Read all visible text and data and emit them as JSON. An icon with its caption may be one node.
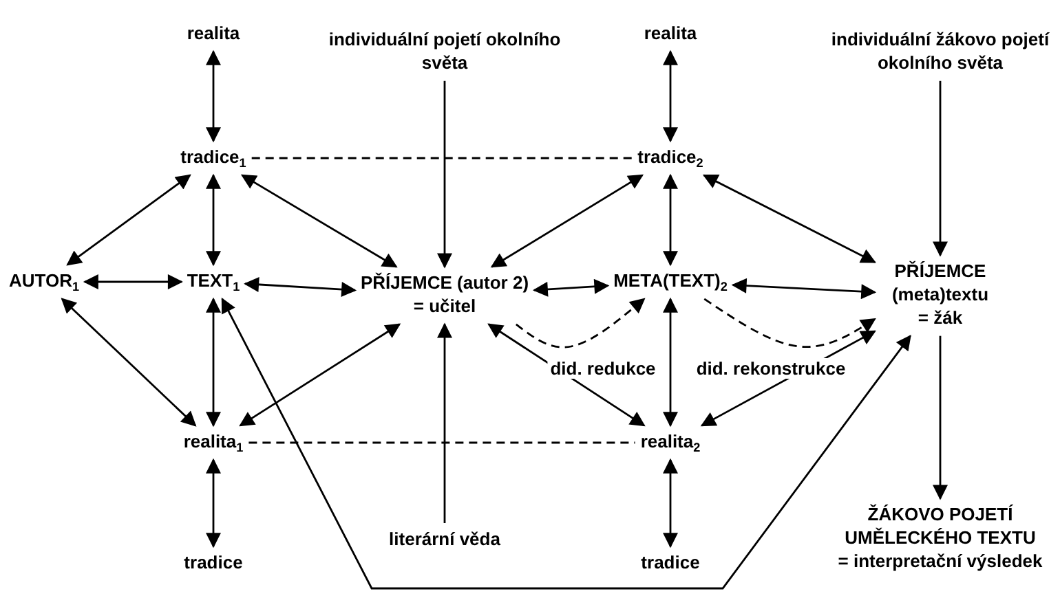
{
  "diagram": {
    "nodes": [
      {
        "text": [
          "realita"
        ]
      },
      {
        "text": [
          "individuální pojetí okolního světa"
        ]
      },
      {
        "text": [
          "realita"
        ]
      },
      {
        "text": [
          "individuální žákovo pojetí okolního světa"
        ]
      },
      {
        "text": [
          "tradice$_{1}$"
        ]
      },
      {
        "text": [
          "tradice$_{2}$"
        ]
      },
      {
        "text": [
          "AUTOR$_{1}$"
        ]
      },
      {
        "text": [
          "TEXT$_{1}$"
        ]
      },
      {
        "text": [
          "PŘÍJEMCE (autor 2)",
          "= učitel"
        ]
      },
      {
        "text": [
          "META(TEXT)$_{2}$"
        ]
      },
      {
        "text": [
          "PŘÍJEMCE (meta)textu",
          "= žák"
        ]
      },
      {
        "text": [
          "realita$_{1}$"
        ]
      },
      {
        "text": [
          "realita$_{2}$"
        ]
      },
      {
        "text": [
          "tradice"
        ]
      },
      {
        "text": [
          "literární věda"
        ]
      },
      {
        "text": [
          "tradice"
        ]
      },
      {
        "text": [
          "ŽÁKOVO POJETÍ UMĚLECKÉHO TEXTU",
          "= interpretační výsledek"
        ]
      }
    ],
    "edges": [
      {
        "from": 0,
        "to": 4,
        "arrow": "both"
      },
      {
        "from": 1,
        "to": 8,
        "arrow": "to"
      },
      {
        "from": 2,
        "to": 5,
        "arrow": "both"
      },
      {
        "from": 3,
        "to": 10,
        "arrow": "to"
      },
      {
        "from": 4,
        "to": 5,
        "arrow": "none",
        "style": "dashed"
      },
      {
        "from": 6,
        "to": 4,
        "arrow": "both"
      },
      {
        "from": 4,
        "to": 7,
        "arrow": "both"
      },
      {
        "from": 4,
        "to": 8,
        "arrow": "both"
      },
      {
        "from": 5,
        "to": 8,
        "arrow": "both"
      },
      {
        "from": 5,
        "to": 9,
        "arrow": "both"
      },
      {
        "from": 5,
        "to": 10,
        "arrow": "both"
      },
      {
        "from": 6,
        "to": 7,
        "arrow": "both"
      },
      {
        "from": 7,
        "to": 8,
        "arrow": "both"
      },
      {
        "from": 8,
        "to": 9,
        "arrow": "both"
      },
      {
        "from": 9,
        "to": 10,
        "arrow": "both"
      },
      {
        "from": 8,
        "to": 9,
        "arrow": "to",
        "style": "dashed",
        "label": "did. redukce"
      },
      {
        "from": 9,
        "to": 10,
        "arrow": "to",
        "style": "dashed",
        "label": "did. rekonstrukce"
      },
      {
        "from": 6,
        "to": 11,
        "arrow": "both"
      },
      {
        "from": 7,
        "to": 11,
        "arrow": "both"
      },
      {
        "from": 11,
        "to": 8,
        "arrow": "both"
      },
      {
        "from": 8,
        "to": 12,
        "arrow": "both"
      },
      {
        "from": 11,
        "to": 12,
        "arrow": "none",
        "style": "dashed"
      },
      {
        "from": 9,
        "to": 12,
        "arrow": "both"
      },
      {
        "from": 12,
        "to": 10,
        "arrow": "both"
      },
      {
        "from": 11,
        "to": 13,
        "arrow": "both"
      },
      {
        "from": 12,
        "to": 15,
        "arrow": "both"
      },
      {
        "from": 14,
        "to": 8,
        "arrow": "to"
      },
      {
        "from": 10,
        "to": 16,
        "arrow": "to"
      },
      {
        "from": 7,
        "to": 10,
        "arrow": "both"
      }
    ]
  }
}
